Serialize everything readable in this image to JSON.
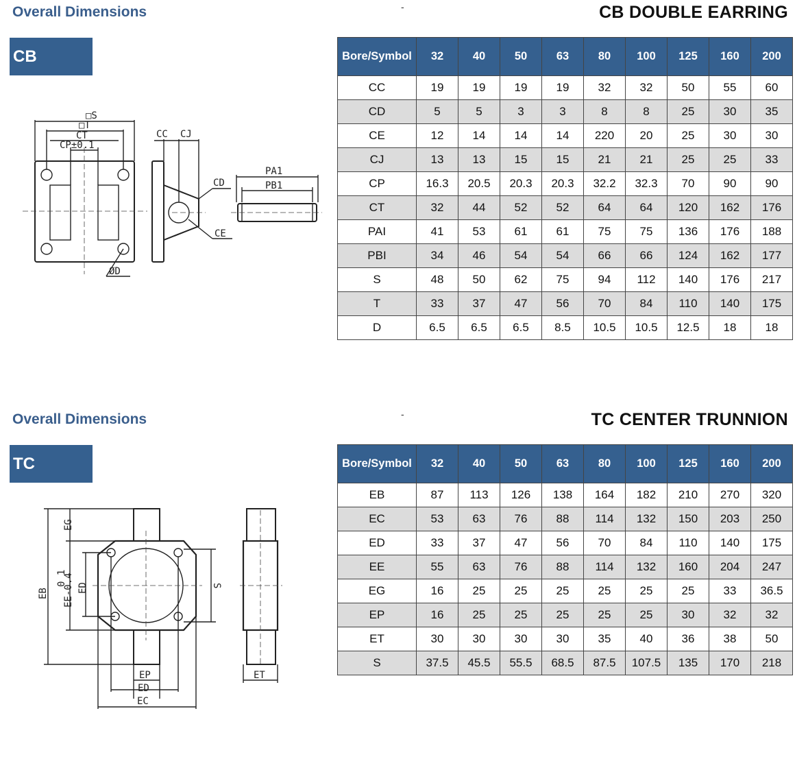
{
  "sections": [
    {
      "title": "Overall Dimensions",
      "dash": "-",
      "heading": "CB DOUBLE EARRING",
      "code": "CB",
      "drawing_labels": {
        "s": "□S",
        "t": "□T",
        "ct": "CT",
        "cp": "CP±0.1",
        "cc": "CC",
        "cj": "CJ",
        "cd": "CD",
        "ce": "CE",
        "d": "ØD",
        "pa1": "PA1",
        "pb1": "PB1"
      },
      "table": {
        "header": [
          "Bore/Symbol",
          "32",
          "40",
          "50",
          "63",
          "80",
          "100",
          "125",
          "160",
          "200"
        ],
        "rows": [
          [
            "CC",
            "19",
            "19",
            "19",
            "19",
            "32",
            "32",
            "50",
            "55",
            "60"
          ],
          [
            "CD",
            "5",
            "5",
            "3",
            "3",
            "8",
            "8",
            "25",
            "30",
            "35"
          ],
          [
            "CE",
            "12",
            "14",
            "14",
            "14",
            "220",
            "20",
            "25",
            "30",
            "30"
          ],
          [
            "CJ",
            "13",
            "13",
            "15",
            "15",
            "21",
            "21",
            "25",
            "25",
            "33"
          ],
          [
            "CP",
            "16.3",
            "20.5",
            "20.3",
            "20.3",
            "32.2",
            "32.3",
            "70",
            "90",
            "90"
          ],
          [
            "CT",
            "32",
            "44",
            "52",
            "52",
            "64",
            "64",
            "120",
            "162",
            "176"
          ],
          [
            "PAI",
            "41",
            "53",
            "61",
            "61",
            "75",
            "75",
            "136",
            "176",
            "188"
          ],
          [
            "PBI",
            "34",
            "46",
            "54",
            "54",
            "66",
            "66",
            "124",
            "162",
            "177"
          ],
          [
            "S",
            "48",
            "50",
            "62",
            "75",
            "94",
            "112",
            "140",
            "176",
            "217"
          ],
          [
            "T",
            "33",
            "37",
            "47",
            "56",
            "70",
            "84",
            "110",
            "140",
            "175"
          ],
          [
            "D",
            "6.5",
            "6.5",
            "6.5",
            "8.5",
            "10.5",
            "10.5",
            "12.5",
            "18",
            "18"
          ]
        ]
      }
    },
    {
      "title": "Overall Dimensions",
      "dash": "-",
      "heading": "TC CENTER TRUNNION",
      "code": "TC",
      "drawing_labels": {
        "eb": "EB",
        "eg": "EG",
        "ee": "EE-0.4",
        "ee_tol": "0 1",
        "ed_v": "ED",
        "s": "S",
        "ep": "EP",
        "ed": "ED",
        "ec": "EC",
        "et": "ET"
      },
      "table": {
        "header": [
          "Bore/Symbol",
          "32",
          "40",
          "50",
          "63",
          "80",
          "100",
          "125",
          "160",
          "200"
        ],
        "rows": [
          [
            "EB",
            "87",
            "113",
            "126",
            "138",
            "164",
            "182",
            "210",
            "270",
            "320"
          ],
          [
            "EC",
            "53",
            "63",
            "76",
            "88",
            "114",
            "132",
            "150",
            "203",
            "250"
          ],
          [
            "ED",
            "33",
            "37",
            "47",
            "56",
            "70",
            "84",
            "110",
            "140",
            "175"
          ],
          [
            "EE",
            "55",
            "63",
            "76",
            "88",
            "114",
            "132",
            "160",
            "204",
            "247"
          ],
          [
            "EG",
            "16",
            "25",
            "25",
            "25",
            "25",
            "25",
            "25",
            "33",
            "36.5"
          ],
          [
            "EP",
            "16",
            "25",
            "25",
            "25",
            "25",
            "25",
            "30",
            "32",
            "32"
          ],
          [
            "ET",
            "30",
            "30",
            "30",
            "30",
            "35",
            "40",
            "36",
            "38",
            "50"
          ],
          [
            "S",
            "37.5",
            "45.5",
            "55.5",
            "68.5",
            "87.5",
            "107.5",
            "135",
            "170",
            "218"
          ]
        ]
      }
    }
  ]
}
